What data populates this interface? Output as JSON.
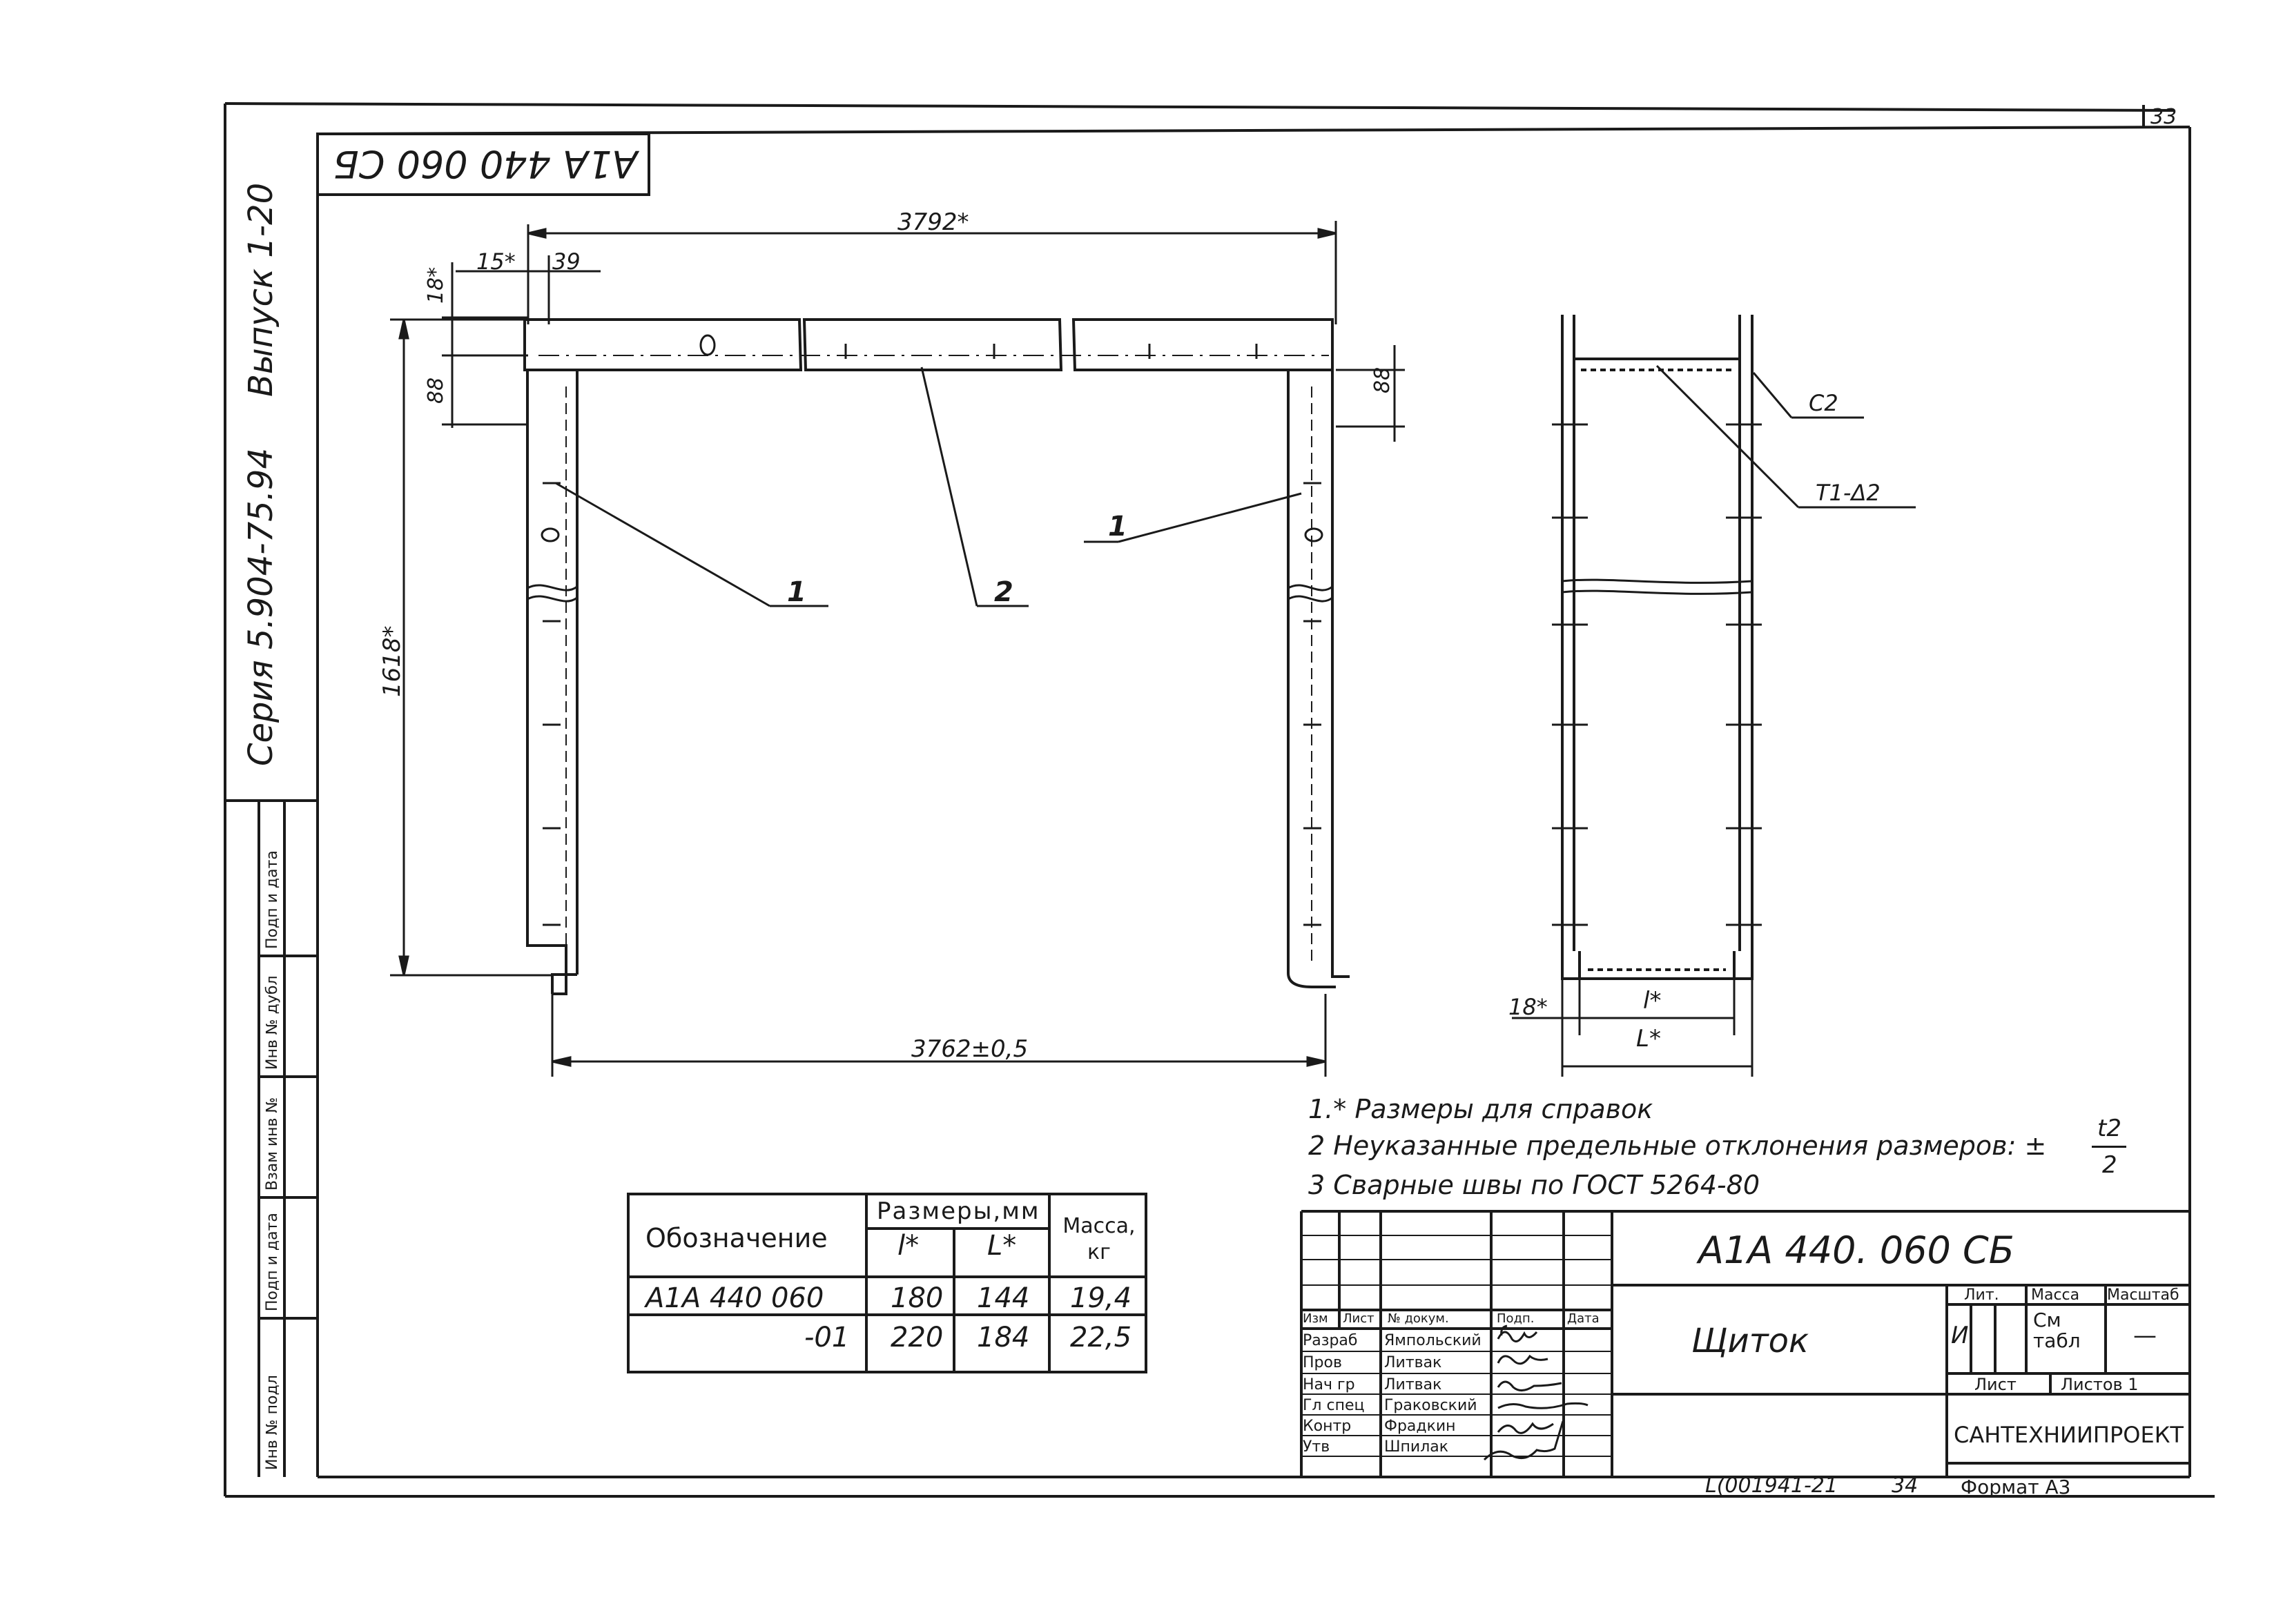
{
  "sheet": {
    "number": "33",
    "top_code": "A1A 440 060 СБ",
    "side_series": "Серия 5.904-75.94",
    "side_issue": "Выпуск 1-20"
  },
  "dimensions": {
    "overall_top": "3792*",
    "d15": "15*",
    "d39": "39",
    "d18_top": "18*",
    "d88_left": "88",
    "d88_right": "88",
    "height": "1618*",
    "bottom": "3762±0,5",
    "d18_section": "18*",
    "l_star_1": "l*",
    "l_star_2": "L*"
  },
  "callouts": {
    "pos1_left": "1",
    "pos2": "2",
    "pos1_right": "1",
    "weld_c2": "С2",
    "weld_t1": "Т1-Δ2"
  },
  "notes": {
    "n1": "1.* Размеры для справок",
    "n2": "2 Неуказанные предельные отклонения размеров: ±",
    "n2_frac_num": "t2",
    "n2_frac_den": "2",
    "n3": "3 Сварные швы по ГОСТ 5264-80"
  },
  "spec_table": {
    "col_designation": "Обозначение",
    "col_dimensions": "Размеры,мм",
    "col_l_small": "l*",
    "col_l_big": "L*",
    "col_mass": "Масса, кг",
    "rows": [
      {
        "designation": "A1A 440 060",
        "l": "180",
        "L": "144",
        "mass": "19,4"
      },
      {
        "designation": "-01",
        "l": "220",
        "L": "184",
        "mass": "22,5"
      }
    ]
  },
  "title_block": {
    "code": "A1A 440. 060 СБ",
    "name": "Щиток",
    "lit_header": "Лит.",
    "mass_header": "Масса",
    "scale_header": "Масштаб",
    "lit_value": "И",
    "mass_value": "См табл",
    "scale_value": "—",
    "sheet_label": "Лист",
    "sheets_label": "Листов 1",
    "org": "САНТЕХНИИПРОЕКТ",
    "head_cols": [
      "Изм",
      "Лист",
      "№ докум.",
      "Подп.",
      "Дата"
    ],
    "roles": [
      {
        "role": "Разраб",
        "name": "Ямпольский"
      },
      {
        "role": "Пров",
        "name": "Литвак"
      },
      {
        "role": "Нач гр",
        "name": "Литвак"
      },
      {
        "role": "Гл спец",
        "name": "Граковский"
      },
      {
        "role": "Контр",
        "name": "Фрадкин"
      },
      {
        "role": "Утв",
        "name": "Шпилак"
      }
    ]
  },
  "left_strip": [
    "Инв № подл",
    "Подп и дата",
    "Взам инв №",
    "Инв № дубл",
    "Подп и дата"
  ],
  "footer": {
    "code": "L(001941-21",
    "num": "34",
    "format": "Формат А3"
  }
}
